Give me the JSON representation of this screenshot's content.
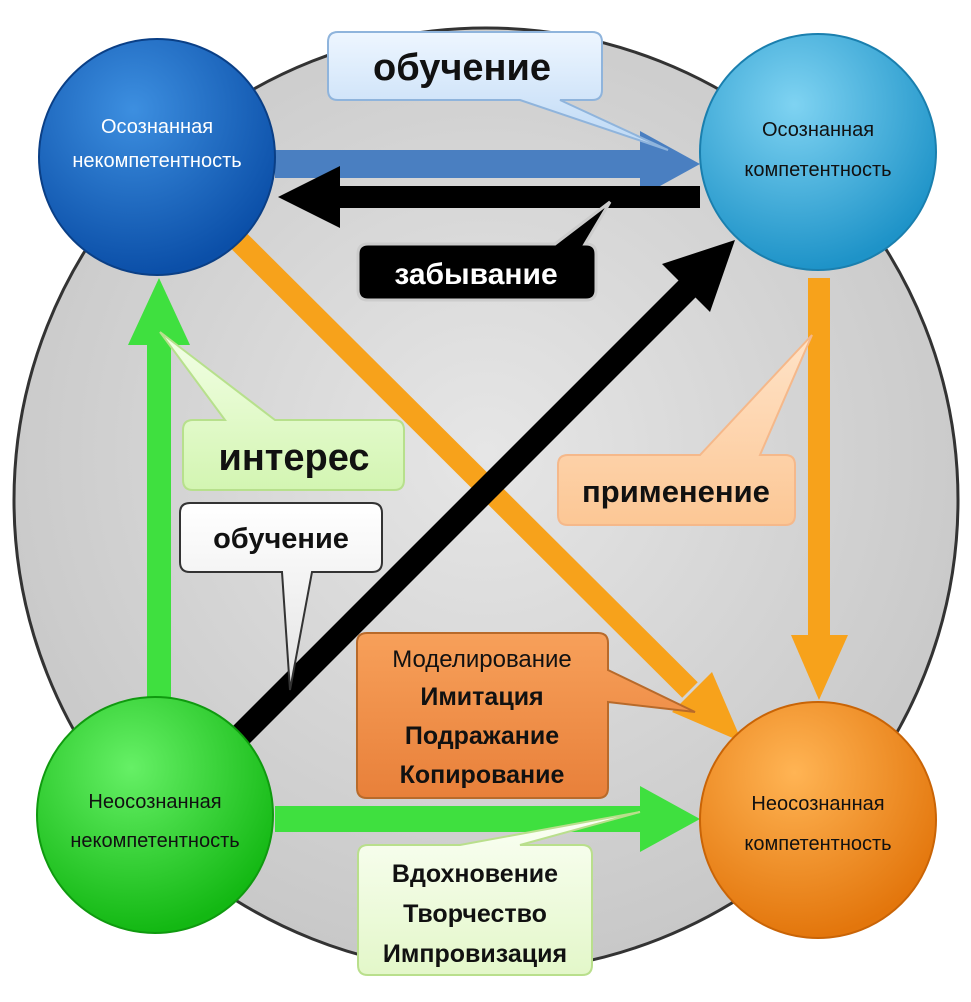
{
  "nodes": {
    "conscious_incompetence": {
      "line1": "Осознанная",
      "line2": "некомпетентность",
      "color": "#1565c0"
    },
    "conscious_competence": {
      "line1": "Осознанная",
      "line2": "компетентность",
      "color": "#29a3d4"
    },
    "unconscious_incompetence": {
      "line1": "Неосознанная",
      "line2": "некомпетентность",
      "color": "#22cc22"
    },
    "unconscious_competence": {
      "line1": "Неосознанная",
      "line2": "компетентность",
      "color": "#f08a1c"
    }
  },
  "callouts": {
    "learning_top": "обучение",
    "forgetting": "забывание",
    "interest": "интерес",
    "learning_left": "обучение",
    "application": "применение",
    "modeling": {
      "line1": "Моделирование",
      "line2": "Имитация",
      "line3": "Подражание",
      "line4": "Копирование"
    },
    "inspiration": {
      "line1": "Вдохновение",
      "line2": "Творчество",
      "line3": "Импровизация"
    }
  },
  "colors": {
    "arrow_blue": "#4a7fc1",
    "arrow_black": "#000000",
    "arrow_green": "#3fe03f",
    "arrow_orange": "#f7a21b",
    "background_circle": "#d4d4d4"
  }
}
